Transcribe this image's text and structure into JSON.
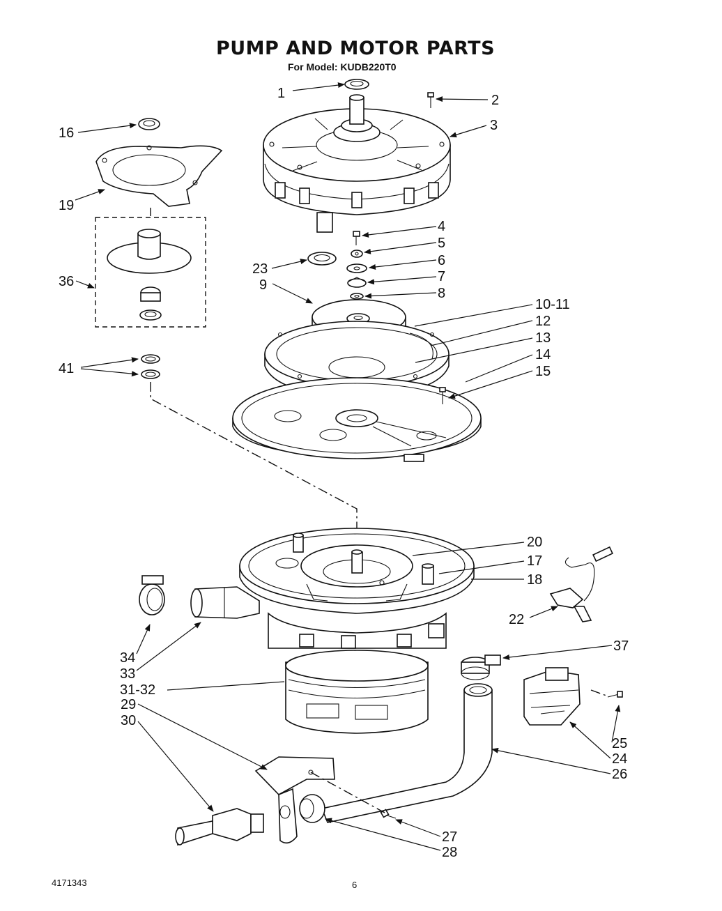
{
  "header": {
    "title": "PUMP AND MOTOR PARTS",
    "subtitle": "For Model: KUDB220T0"
  },
  "footer": {
    "part_number": "4171343",
    "page_number": "6"
  },
  "callouts": [
    {
      "id": "c1",
      "label": "1"
    },
    {
      "id": "c2",
      "label": "2"
    },
    {
      "id": "c3",
      "label": "3"
    },
    {
      "id": "c4",
      "label": "4"
    },
    {
      "id": "c5",
      "label": "5"
    },
    {
      "id": "c6",
      "label": "6"
    },
    {
      "id": "c7",
      "label": "7"
    },
    {
      "id": "c8",
      "label": "8"
    },
    {
      "id": "c9",
      "label": "9"
    },
    {
      "id": "c10_11",
      "label": "10-11"
    },
    {
      "id": "c12",
      "label": "12"
    },
    {
      "id": "c13",
      "label": "13"
    },
    {
      "id": "c14",
      "label": "14"
    },
    {
      "id": "c15",
      "label": "15"
    },
    {
      "id": "c16",
      "label": "16"
    },
    {
      "id": "c17",
      "label": "17"
    },
    {
      "id": "c18",
      "label": "18"
    },
    {
      "id": "c19",
      "label": "19"
    },
    {
      "id": "c20",
      "label": "20"
    },
    {
      "id": "c22",
      "label": "22"
    },
    {
      "id": "c23",
      "label": "23"
    },
    {
      "id": "c24",
      "label": "24"
    },
    {
      "id": "c25",
      "label": "25"
    },
    {
      "id": "c26",
      "label": "26"
    },
    {
      "id": "c27",
      "label": "27"
    },
    {
      "id": "c28",
      "label": "28"
    },
    {
      "id": "c29",
      "label": "29"
    },
    {
      "id": "c30",
      "label": "30"
    },
    {
      "id": "c31_32",
      "label": "31-32"
    },
    {
      "id": "c33",
      "label": "33"
    },
    {
      "id": "c34",
      "label": "34"
    },
    {
      "id": "c36",
      "label": "36"
    },
    {
      "id": "c37",
      "label": "37"
    },
    {
      "id": "c41",
      "label": "41"
    }
  ]
}
